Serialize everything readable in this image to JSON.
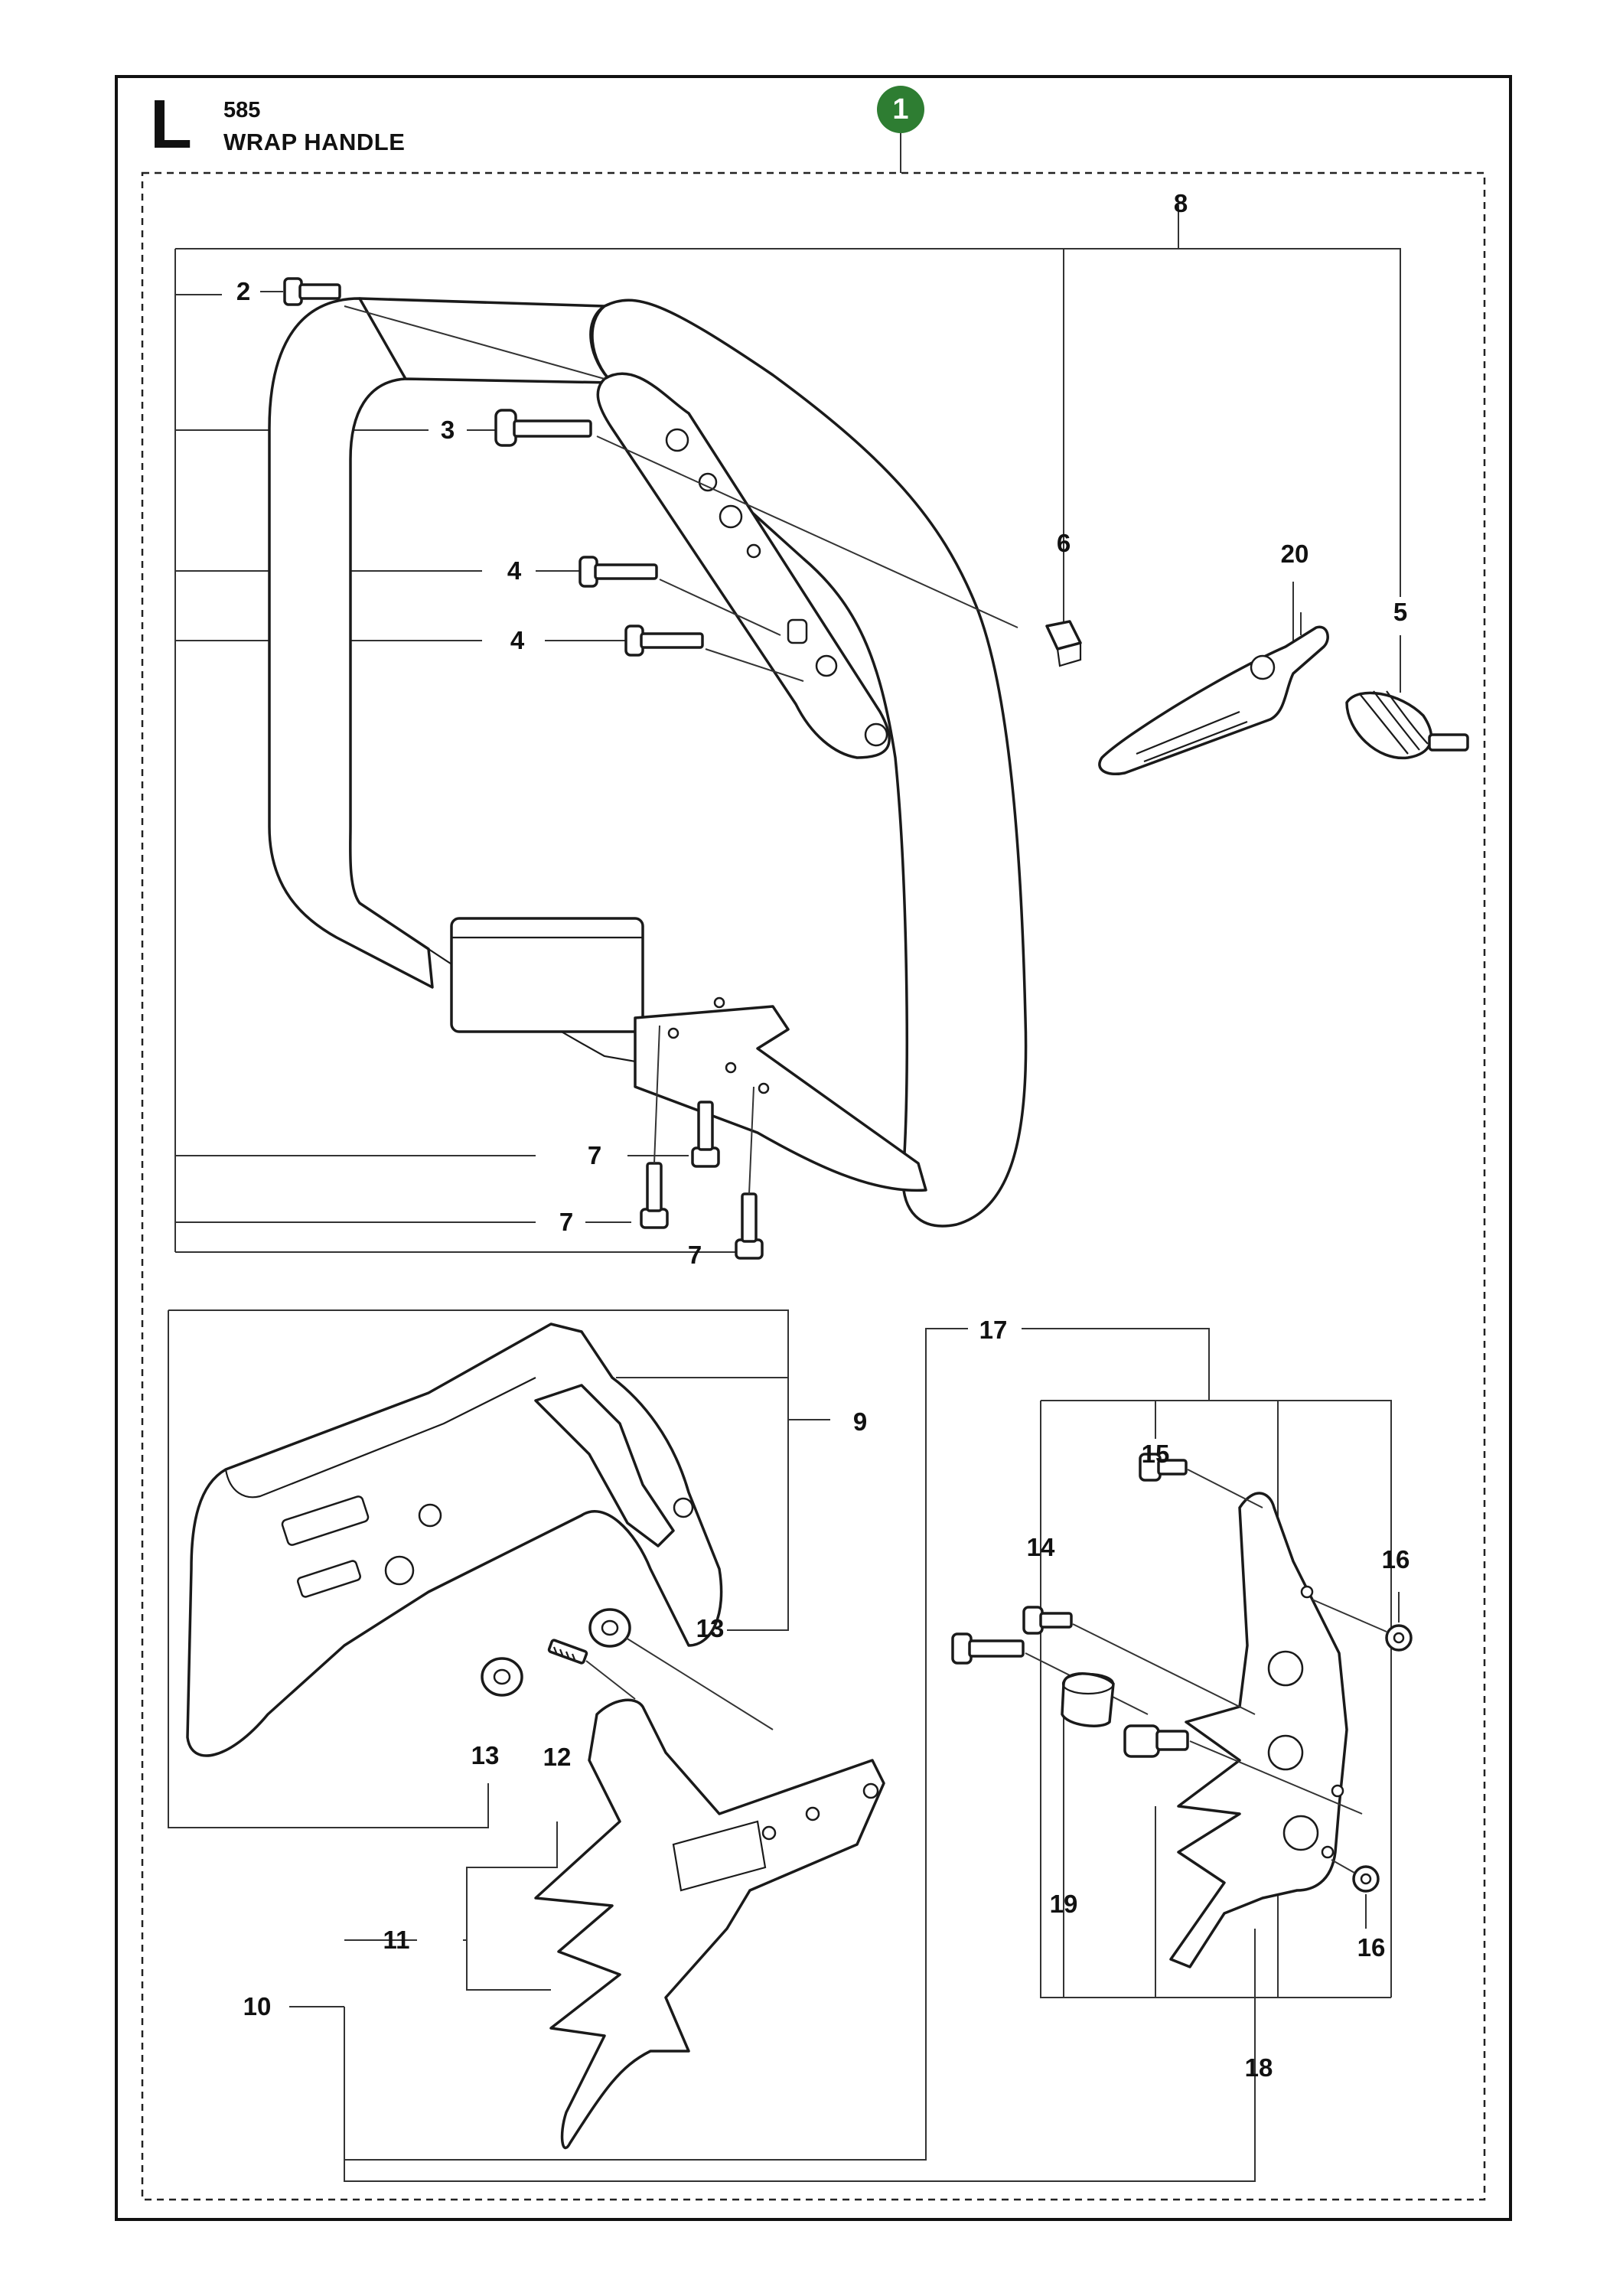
{
  "header": {
    "section_letter": "L",
    "model_number": "585",
    "title": "WRAP HANDLE"
  },
  "badge": {
    "label": "1",
    "color": "#2e7d32"
  },
  "callouts": [
    {
      "id": "c2",
      "label": "2"
    },
    {
      "id": "c3",
      "label": "3"
    },
    {
      "id": "c4a",
      "label": "4"
    },
    {
      "id": "c4b",
      "label": "4"
    },
    {
      "id": "c5",
      "label": "5"
    },
    {
      "id": "c6",
      "label": "6"
    },
    {
      "id": "c7a",
      "label": "7"
    },
    {
      "id": "c7b",
      "label": "7"
    },
    {
      "id": "c7c",
      "label": "7"
    },
    {
      "id": "c8",
      "label": "8"
    },
    {
      "id": "c9",
      "label": "9"
    },
    {
      "id": "c10",
      "label": "10"
    },
    {
      "id": "c11",
      "label": "11"
    },
    {
      "id": "c12",
      "label": "12"
    },
    {
      "id": "c13a",
      "label": "13"
    },
    {
      "id": "c13b",
      "label": "13"
    },
    {
      "id": "c14",
      "label": "14"
    },
    {
      "id": "c15",
      "label": "15"
    },
    {
      "id": "c16a",
      "label": "16"
    },
    {
      "id": "c16b",
      "label": "16"
    },
    {
      "id": "c17",
      "label": "17"
    },
    {
      "id": "c18",
      "label": "18"
    },
    {
      "id": "c19",
      "label": "19"
    },
    {
      "id": "c20",
      "label": "20"
    }
  ]
}
